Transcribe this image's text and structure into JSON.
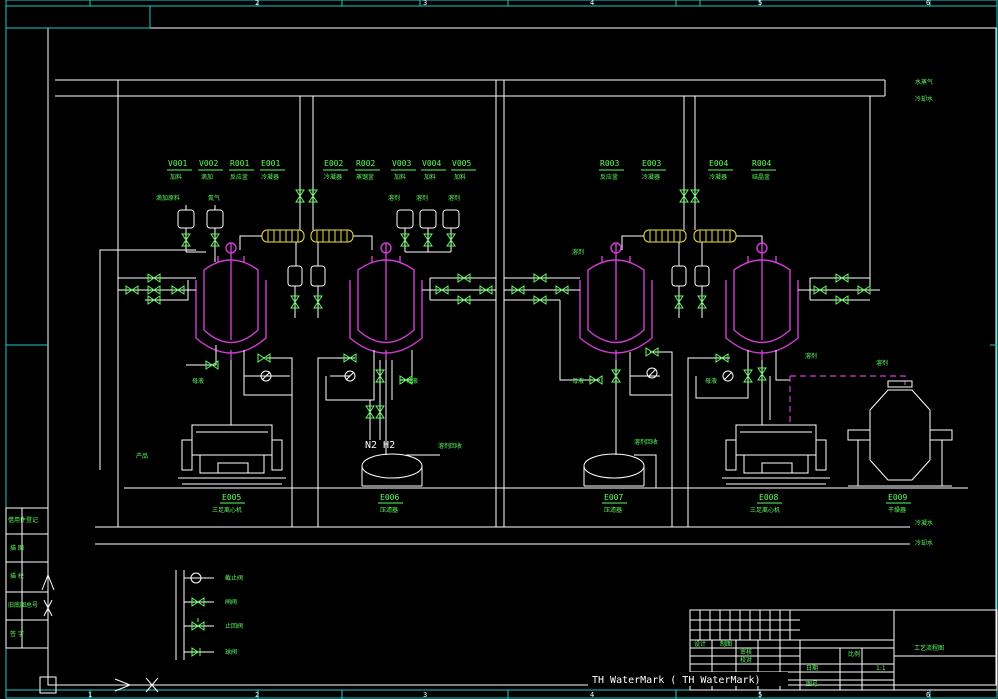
{
  "tags": {
    "top": [
      "V001",
      "V002",
      "R001",
      "E001",
      "E002",
      "R002",
      "V003",
      "V004",
      "V005",
      "R003",
      "E003",
      "E004",
      "R004"
    ],
    "bottom": [
      "E005",
      "E006",
      "E007",
      "E008",
      "E009"
    ]
  },
  "labels": {
    "top": [
      "加料",
      "滴加",
      "反应釜",
      "冷凝器",
      "冷凝器",
      "蒸馏釜",
      "加料",
      "加料",
      "加料",
      "反应釜",
      "冷凝器",
      "冷凝器",
      "结晶釜"
    ],
    "bottom": [
      "三足离心机",
      "压滤器",
      "压滤器",
      "三足离心机",
      "干燥器"
    ],
    "right_lines": [
      "水蒸气",
      "冷却水",
      "冷凝水",
      "冷却水"
    ],
    "tank_notes": [
      "滴加原料",
      "氮气",
      "溶剂",
      "溶剂",
      "溶剂",
      "溶剂",
      "溶剂",
      "溶剂"
    ],
    "misc": [
      "产品",
      "溶剂回收",
      "母液",
      "母液",
      "母液",
      "溶剂回收",
      "母液"
    ],
    "gas": "N2 H2"
  },
  "legend": [
    "截止阀",
    "闸阀",
    "止回阀",
    "球阀"
  ],
  "title_block": {
    "drawing_title": "工艺流程图",
    "cells": [
      "设计",
      "制图",
      "审核",
      "校对",
      "比例",
      "日期",
      "图号",
      "1:1"
    ]
  },
  "side_block": [
    "借用件登记",
    "描 图",
    "描 校",
    "旧底图总号",
    "签 字"
  ],
  "grid": {
    "bottom": [
      "1",
      "2",
      "3",
      "4",
      "5",
      "6"
    ],
    "top": [
      "2",
      "3",
      "4",
      "5",
      "6"
    ]
  },
  "watermark": "TH  WaterMark (  TH  WaterMark)"
}
